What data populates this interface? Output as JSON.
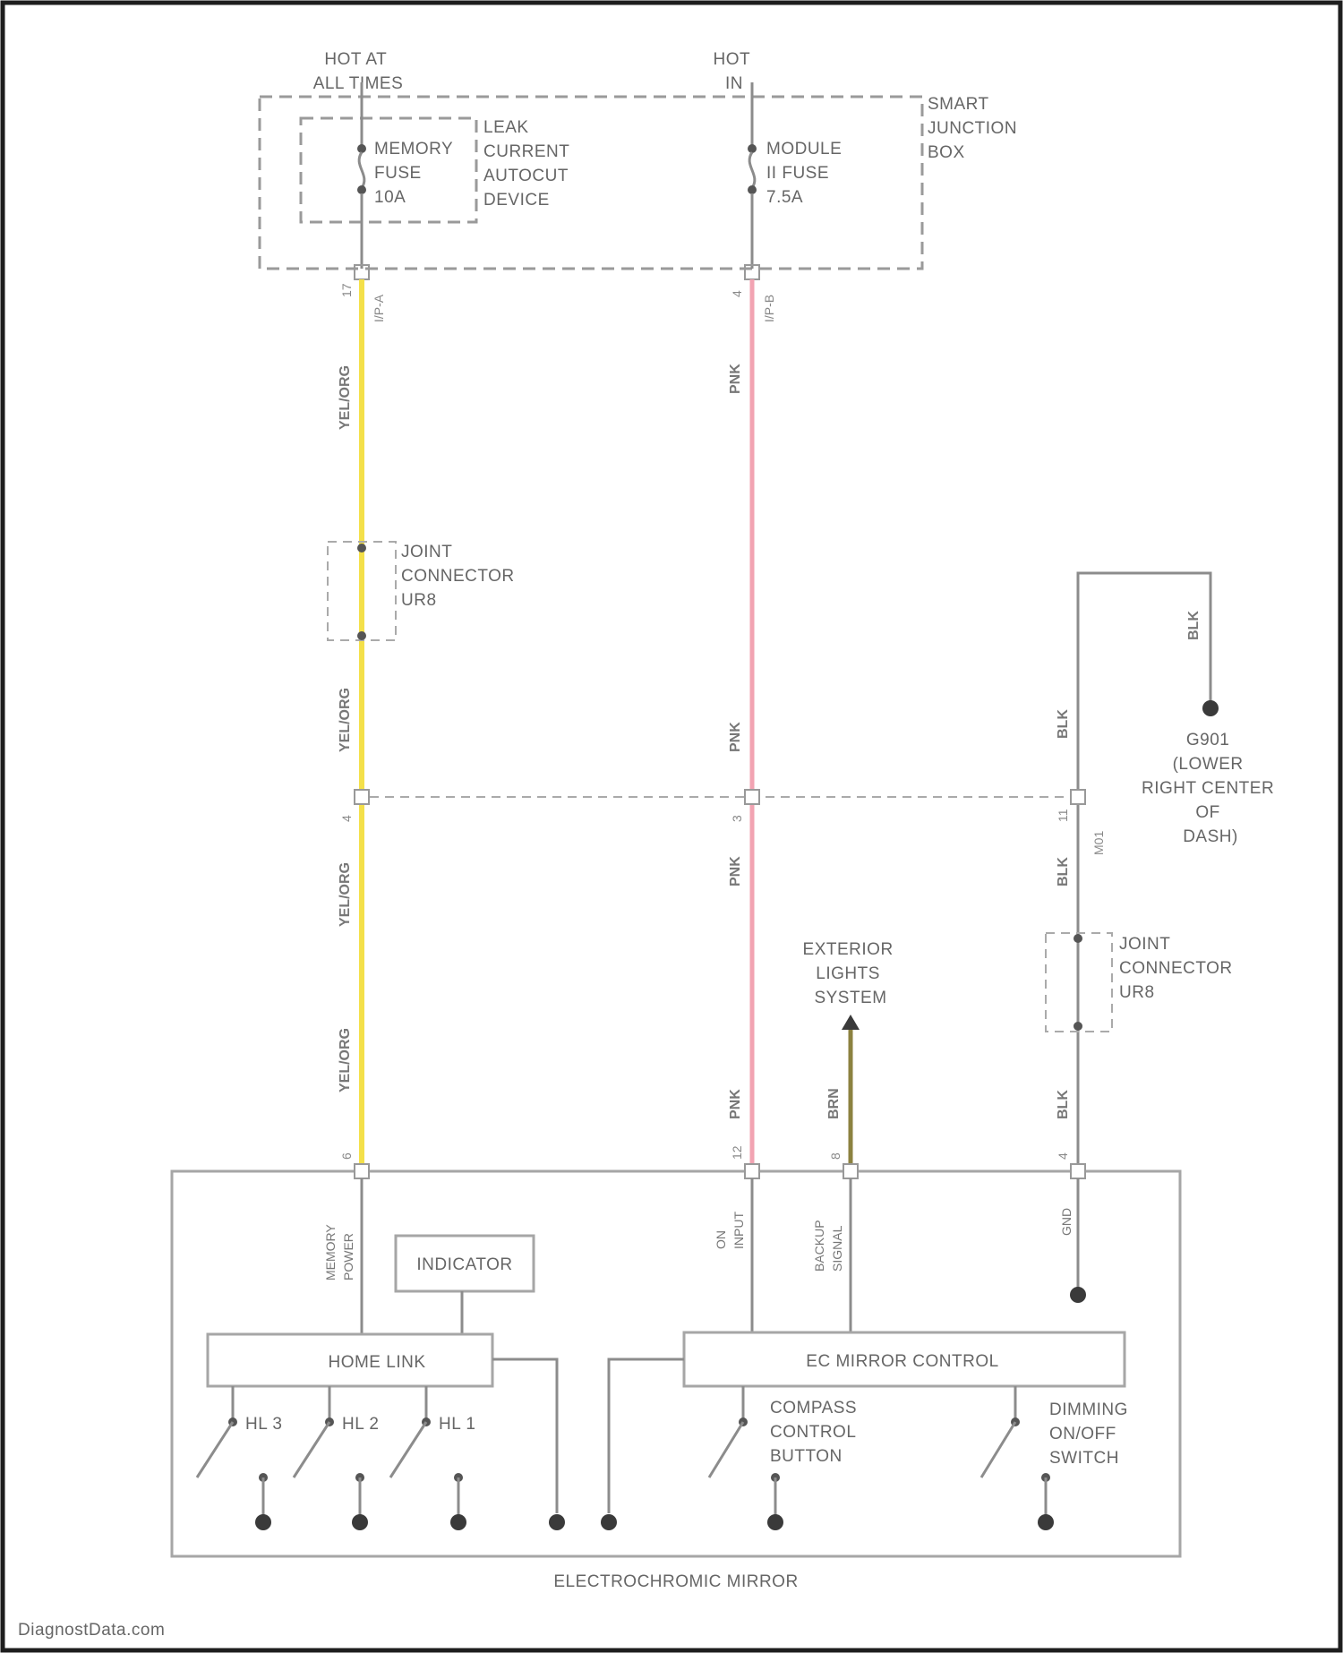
{
  "labels": {
    "hot_at_all_times": [
      "HOT AT",
      "ALL TIMES"
    ],
    "hot_in": [
      "HOT",
      "IN"
    ],
    "smart_junction_box": [
      "SMART",
      "JUNCTION",
      "BOX"
    ],
    "memory_fuse": [
      "MEMORY",
      "FUSE",
      "10A"
    ],
    "leak_current_autocut": [
      "LEAK",
      "CURRENT",
      "AUTOCUT",
      "DEVICE"
    ],
    "module_fuse": [
      "MODULE",
      "II FUSE",
      "7.5A"
    ],
    "joint_connector_1": [
      "JOINT",
      "CONNECTOR",
      "UR8"
    ],
    "joint_connector_2": [
      "JOINT",
      "CONNECTOR",
      "UR8"
    ],
    "ground": [
      "G901",
      "(LOWER",
      "RIGHT CENTER",
      "OF",
      "DASH)"
    ],
    "exterior_lights": [
      "EXTERIOR",
      "LIGHTS",
      "SYSTEM"
    ],
    "memory_power": [
      "MEMORY",
      "POWER"
    ],
    "on_input": [
      "ON",
      "INPUT"
    ],
    "backup_signal": [
      "BACKUP",
      "SIGNAL"
    ],
    "gnd": "GND",
    "indicator": "INDICATOR",
    "home_link": "HOME LINK",
    "ec_mirror_control": "EC MIRROR CONTROL",
    "hl3": "HL 3",
    "hl2": "HL 2",
    "hl1": "HL 1",
    "compass_button": [
      "COMPASS",
      "CONTROL",
      "BUTTON"
    ],
    "dimming_switch": [
      "DIMMING",
      "ON/OFF",
      "SWITCH"
    ],
    "component_title": "ELECTROCHROMIC MIRROR",
    "watermark": "DiagnostData.com"
  },
  "wires": {
    "yel_org": "YEL/ORG",
    "pnk": "PNK",
    "blk": "BLK",
    "brn": "BRN"
  },
  "colors": {
    "yellow": "#f4e04a",
    "pink": "#f2a3b2",
    "olive": "#8c8240",
    "gray": "#8c8c8c"
  }
}
